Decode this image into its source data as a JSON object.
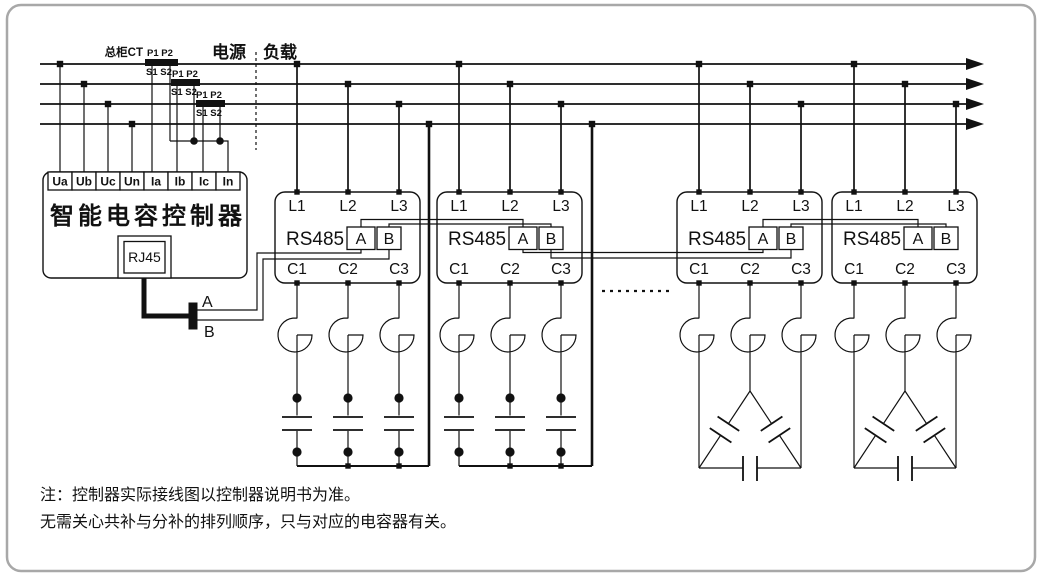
{
  "labels": {
    "power": "电源",
    "load": "负载"
  },
  "main_ct": {
    "name": "总柜CT",
    "cts": [
      {
        "primary": "P1 P2",
        "secondary": "S1 S2"
      },
      {
        "primary": "P1 P2",
        "secondary": "S1 S2"
      },
      {
        "primary": "P1  P2",
        "secondary": "S1 S2"
      }
    ]
  },
  "controller": {
    "title": "智能电容控制器",
    "terminals": [
      "Ua",
      "Ub",
      "Uc",
      "Un",
      "Ia",
      "Ib",
      "Ic",
      "In"
    ],
    "port": "RJ45",
    "bus": {
      "a": "A",
      "b": "B"
    }
  },
  "modules": [
    {
      "inputs": [
        "L1",
        "L2",
        "L3"
      ],
      "comm": "RS485",
      "a": "A",
      "b": "B",
      "outputs": [
        "C1",
        "C2",
        "C3"
      ],
      "bank": "wye"
    },
    {
      "inputs": [
        "L1",
        "L2",
        "L3"
      ],
      "comm": "RS485",
      "a": "A",
      "b": "B",
      "outputs": [
        "C1",
        "C2",
        "C3"
      ],
      "bank": "wye"
    },
    {
      "inputs": [
        "L1",
        "L2",
        "L3"
      ],
      "comm": "RS485",
      "a": "A",
      "b": "B",
      "outputs": [
        "C1",
        "C2",
        "C3"
      ],
      "bank": "delta"
    },
    {
      "inputs": [
        "L1",
        "L2",
        "L3"
      ],
      "comm": "RS485",
      "a": "A",
      "b": "B",
      "outputs": [
        "C1",
        "C2",
        "C3"
      ],
      "bank": "delta"
    }
  ],
  "notes": {
    "line1": "注：控制器实际接线图以控制器说明书为准。",
    "line2": "无需关心共补与分补的排列顺序，只与对应的电容器有关。"
  },
  "colors": {
    "line": "#111111",
    "frame": "#a8a8a8",
    "background": "#ffffff"
  }
}
